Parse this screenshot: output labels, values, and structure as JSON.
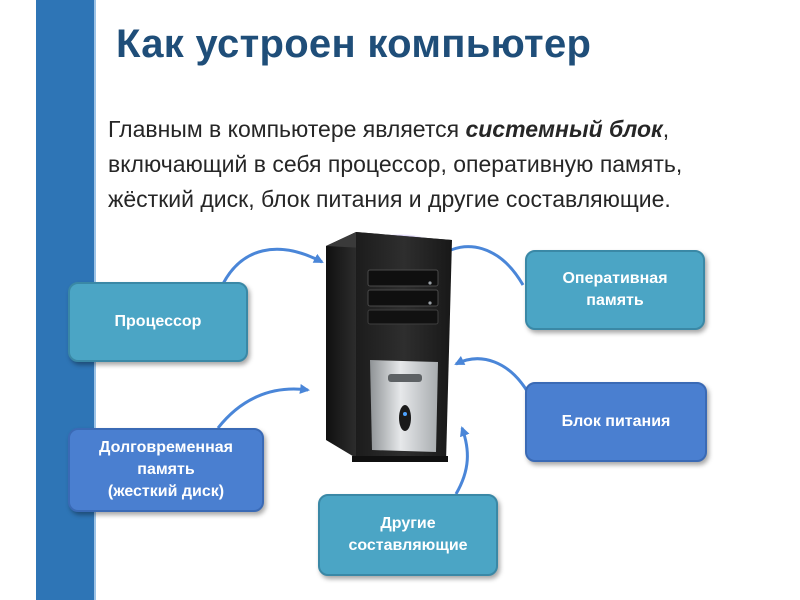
{
  "slide": {
    "title": "Как устроен компьютер",
    "intro": {
      "part1": "Главным в компьютере является ",
      "emphasis": "системный блок",
      "part2": ", включающий в себя процессор, оперативную память, жёсткий диск, блок питания и другие составляющие."
    }
  },
  "diagram": {
    "processor": "Процессор",
    "ram": "Оперативная\nпамять",
    "psu": "Блок питания",
    "storage": "Долговременная\nпамять\n(жесткий диск)",
    "other": "Другие\nсоставляющие"
  },
  "colors": {
    "accent_bar": "#2e75b6",
    "title": "#1f4e79",
    "box_teal": "#4ba5c5",
    "box_blue": "#4a7fd0",
    "arrow": "#4a86d8"
  },
  "icons": {
    "system_unit": "computer-tower-icon"
  }
}
